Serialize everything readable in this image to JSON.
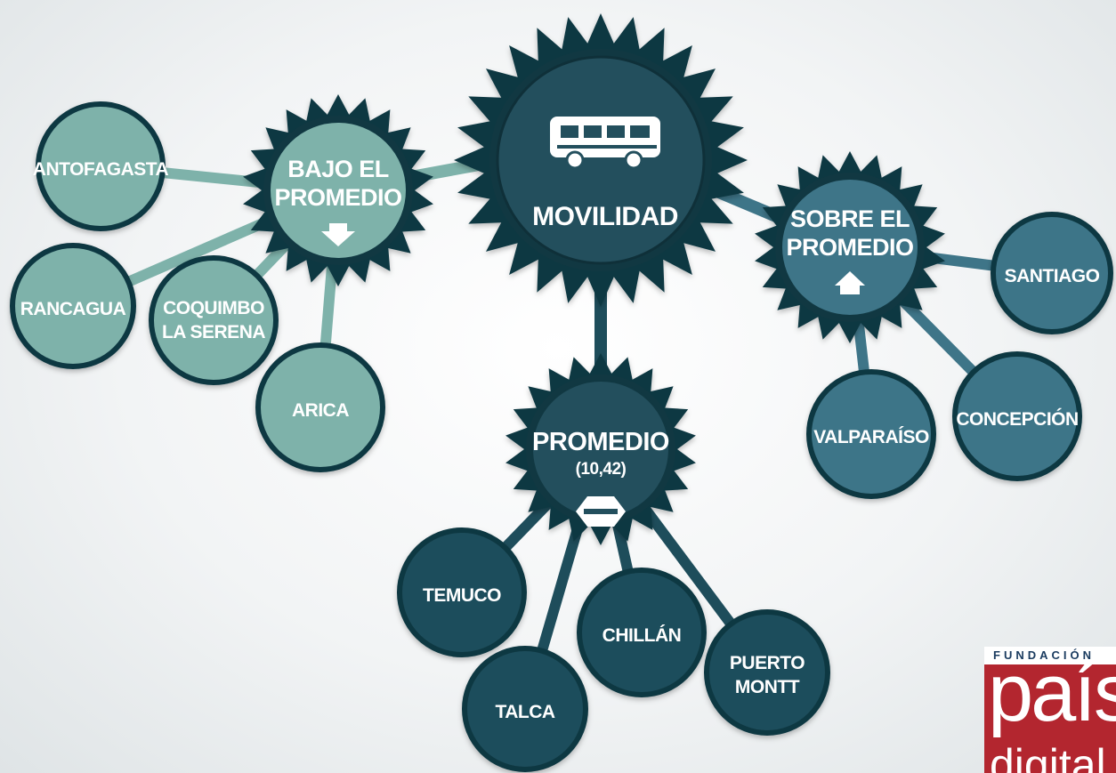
{
  "colors": {
    "light": "#7eb2aa",
    "mid": "#3e7588",
    "dark": "#1e4d5b",
    "border": "#113842",
    "center": "#234f5d"
  },
  "hubs": {
    "center": {
      "label": "MOVILIDAD",
      "icon": "bus-icon"
    },
    "bajo": {
      "line1": "BAJO EL",
      "line2": "PROMEDIO",
      "icon": "arrow-down-icon"
    },
    "sobre": {
      "line1": "SOBRE EL",
      "line2": "PROMEDIO",
      "icon": "arrow-up-icon"
    },
    "promedio": {
      "line1": "PROMEDIO",
      "line2": "(10,42)",
      "icon": "equal-icon"
    }
  },
  "cities": {
    "antofagasta": "ANTOFAGASTA",
    "rancagua": "RANCAGUA",
    "coquimbo_1": "COQUIMBO",
    "coquimbo_2": "LA SERENA",
    "arica": "ARICA",
    "santiago": "SANTIAGO",
    "valparaiso": "VALPARAÍSO",
    "concepcion": "CONCEPCIÓN",
    "temuco": "TEMUCO",
    "talca": "TALCA",
    "chillan": "CHILLÁN",
    "puerto_montt_1": "PUERTO",
    "puerto_montt_2": "MONTT"
  },
  "logo": {
    "top": "FUNDACIÓN",
    "main": "país",
    "sub": "digital"
  }
}
